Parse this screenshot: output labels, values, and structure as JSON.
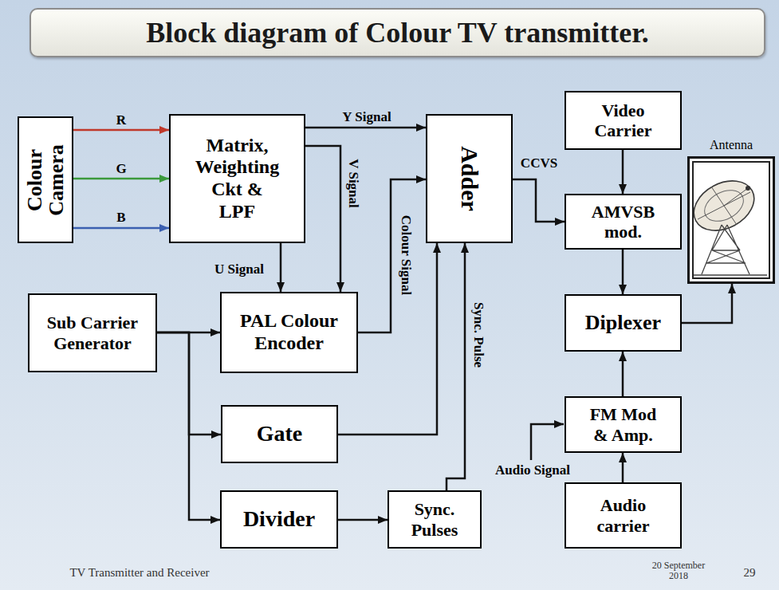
{
  "diagram": {
    "title": "Block diagram of Colour TV transmitter.",
    "nodes": [
      {
        "text": [
          "Colour Camera"
        ]
      },
      {
        "text": [
          "Matrix, Weighting Ckt & LPF"
        ]
      },
      {
        "text": [
          "Adder"
        ]
      },
      {
        "text": [
          "Video Carrier"
        ]
      },
      {
        "text": [
          "Antenna"
        ]
      },
      {
        "text": [
          "AMVSB mod."
        ]
      },
      {
        "text": [
          "Sub Carrier Generator"
        ]
      },
      {
        "text": [
          "PAL Colour Encoder"
        ]
      },
      {
        "text": [
          "Diplexer"
        ]
      },
      {
        "text": [
          "Gate"
        ]
      },
      {
        "text": [
          "FM Mod & Amp."
        ]
      },
      {
        "text": [
          "Divider"
        ]
      },
      {
        "text": [
          "Sync. Pulses"
        ]
      },
      {
        "text": [
          "Audio carrier"
        ]
      }
    ],
    "edges": [
      {
        "from": 0,
        "to": 1,
        "label": "R",
        "arrow": "to"
      },
      {
        "from": 0,
        "to": 1,
        "label": "G",
        "arrow": "to"
      },
      {
        "from": 0,
        "to": 1,
        "label": "B",
        "arrow": "to"
      },
      {
        "from": 1,
        "to": 2,
        "label": "Y Signal",
        "arrow": "to"
      },
      {
        "from": 1,
        "to": 7,
        "label": "V Signal",
        "arrow": "to"
      },
      {
        "from": 1,
        "to": 7,
        "label": "U Signal",
        "arrow": "to"
      },
      {
        "from": 7,
        "to": 2,
        "label": "Colour Signal",
        "arrow": "to"
      },
      {
        "from": 9,
        "to": 2,
        "arrow": "to"
      },
      {
        "from": 12,
        "to": 2,
        "label": "Sync. Pulse",
        "arrow": "to"
      },
      {
        "from": 2,
        "to": 5,
        "label": "CCVS",
        "arrow": "to"
      },
      {
        "from": 3,
        "to": 5,
        "arrow": "to"
      },
      {
        "from": 5,
        "to": 8,
        "arrow": "to"
      },
      {
        "from": 8,
        "to": 4,
        "arrow": "to"
      },
      {
        "from": 10,
        "to": 8,
        "arrow": "to"
      },
      {
        "from": 13,
        "to": 10,
        "arrow": "to"
      },
      {
        "from": 6,
        "to": 7,
        "arrow": "to"
      },
      {
        "from": 6,
        "to": 9,
        "arrow": "to"
      },
      {
        "from": 6,
        "to": 11,
        "arrow": "to"
      },
      {
        "from": 11,
        "to": 12,
        "arrow": "to"
      }
    ],
    "labels": [
      "Audio Signal",
      "TV Transmitter and Receiver",
      "20 September 2018",
      "29"
    ]
  }
}
